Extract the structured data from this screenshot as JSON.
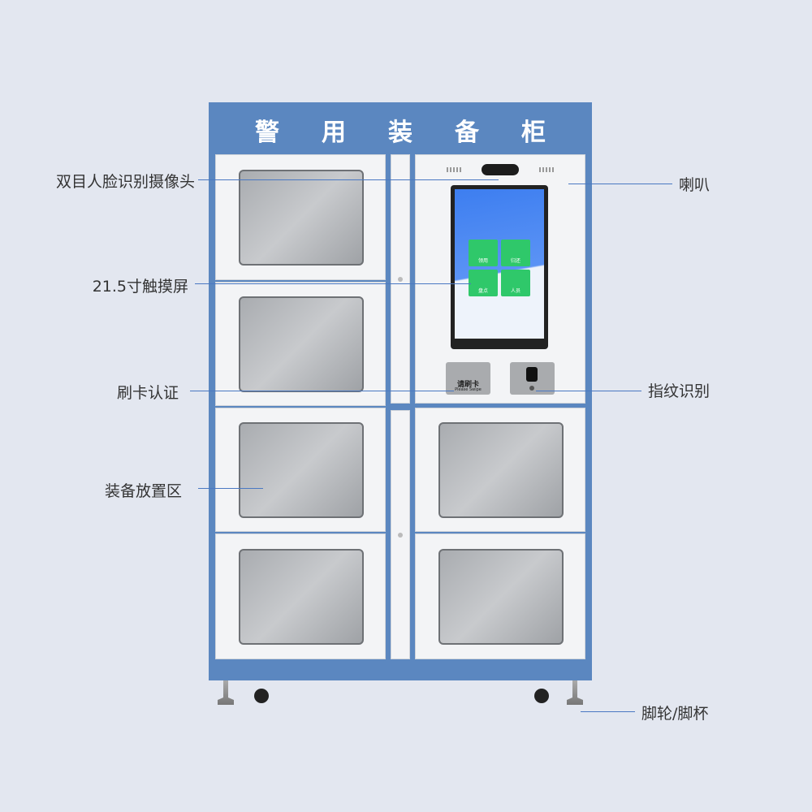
{
  "cabinet": {
    "title_chars": [
      "警",
      "用",
      "装",
      "备",
      "柜"
    ]
  },
  "screen": {
    "tiles": [
      "领用",
      "归还",
      "盘点",
      "人员"
    ]
  },
  "card_reader": {
    "text_cn": "请刷卡",
    "text_en": "Please Swipe"
  },
  "annotations": {
    "camera": "双目人脸识别摄像头",
    "speaker": "喇叭",
    "touchscreen": "21.5寸触摸屏",
    "card": "刷卡认证",
    "fingerprint": "指纹识别",
    "storage": "装备放置区",
    "casters": "脚轮/脚杯"
  }
}
